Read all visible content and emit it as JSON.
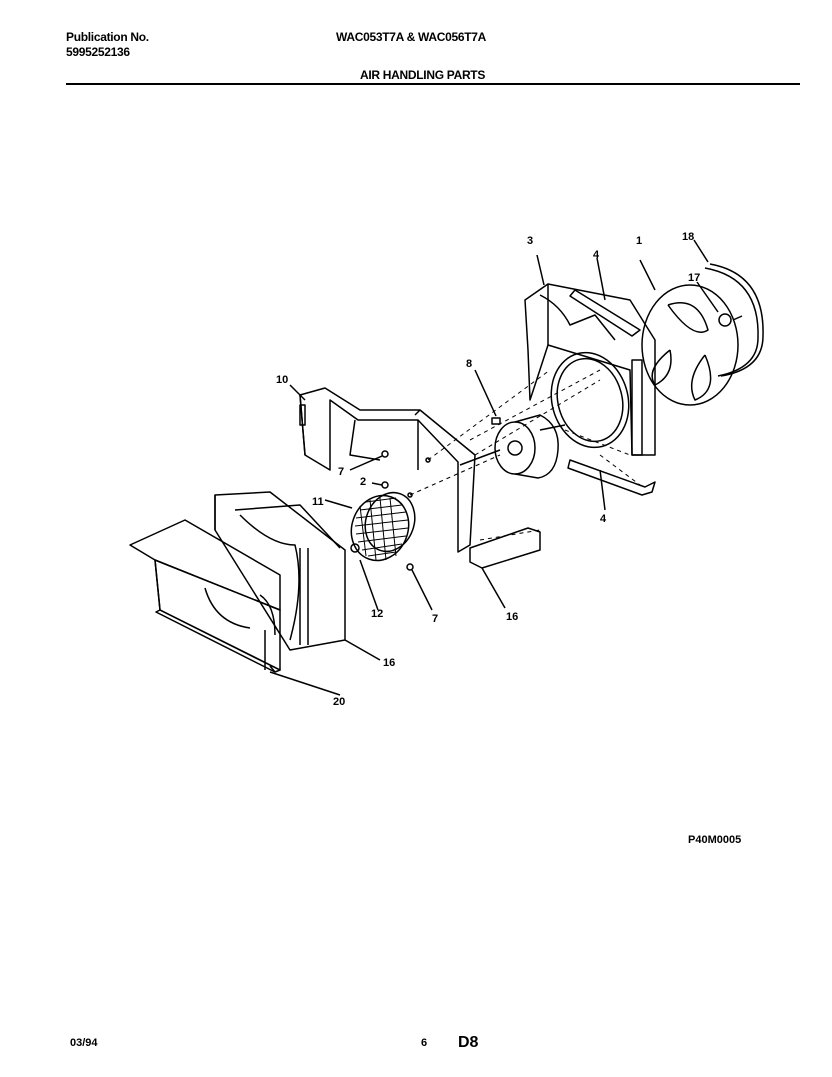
{
  "header": {
    "publication_label": "Publication No.",
    "publication_number": "5995252136",
    "models": "WAC053T7A & WAC056T7A",
    "section_title": "AIR HANDLING PARTS"
  },
  "diagram": {
    "callouts": [
      {
        "id": "c3",
        "text": "3"
      },
      {
        "id": "c4a",
        "text": "4"
      },
      {
        "id": "c1",
        "text": "1"
      },
      {
        "id": "c18",
        "text": "18"
      },
      {
        "id": "c17",
        "text": "17"
      },
      {
        "id": "c8",
        "text": "8"
      },
      {
        "id": "c10",
        "text": "10"
      },
      {
        "id": "c7a",
        "text": "7"
      },
      {
        "id": "c2",
        "text": "2"
      },
      {
        "id": "c11",
        "text": "11"
      },
      {
        "id": "c4b",
        "text": "4"
      },
      {
        "id": "c12",
        "text": "12"
      },
      {
        "id": "c7b",
        "text": "7"
      },
      {
        "id": "c16a",
        "text": "16"
      },
      {
        "id": "c16b",
        "text": "16"
      },
      {
        "id": "c20",
        "text": "20"
      }
    ],
    "code": "P40M0005"
  },
  "footer": {
    "date": "03/94",
    "page": "6",
    "section": "D8"
  }
}
